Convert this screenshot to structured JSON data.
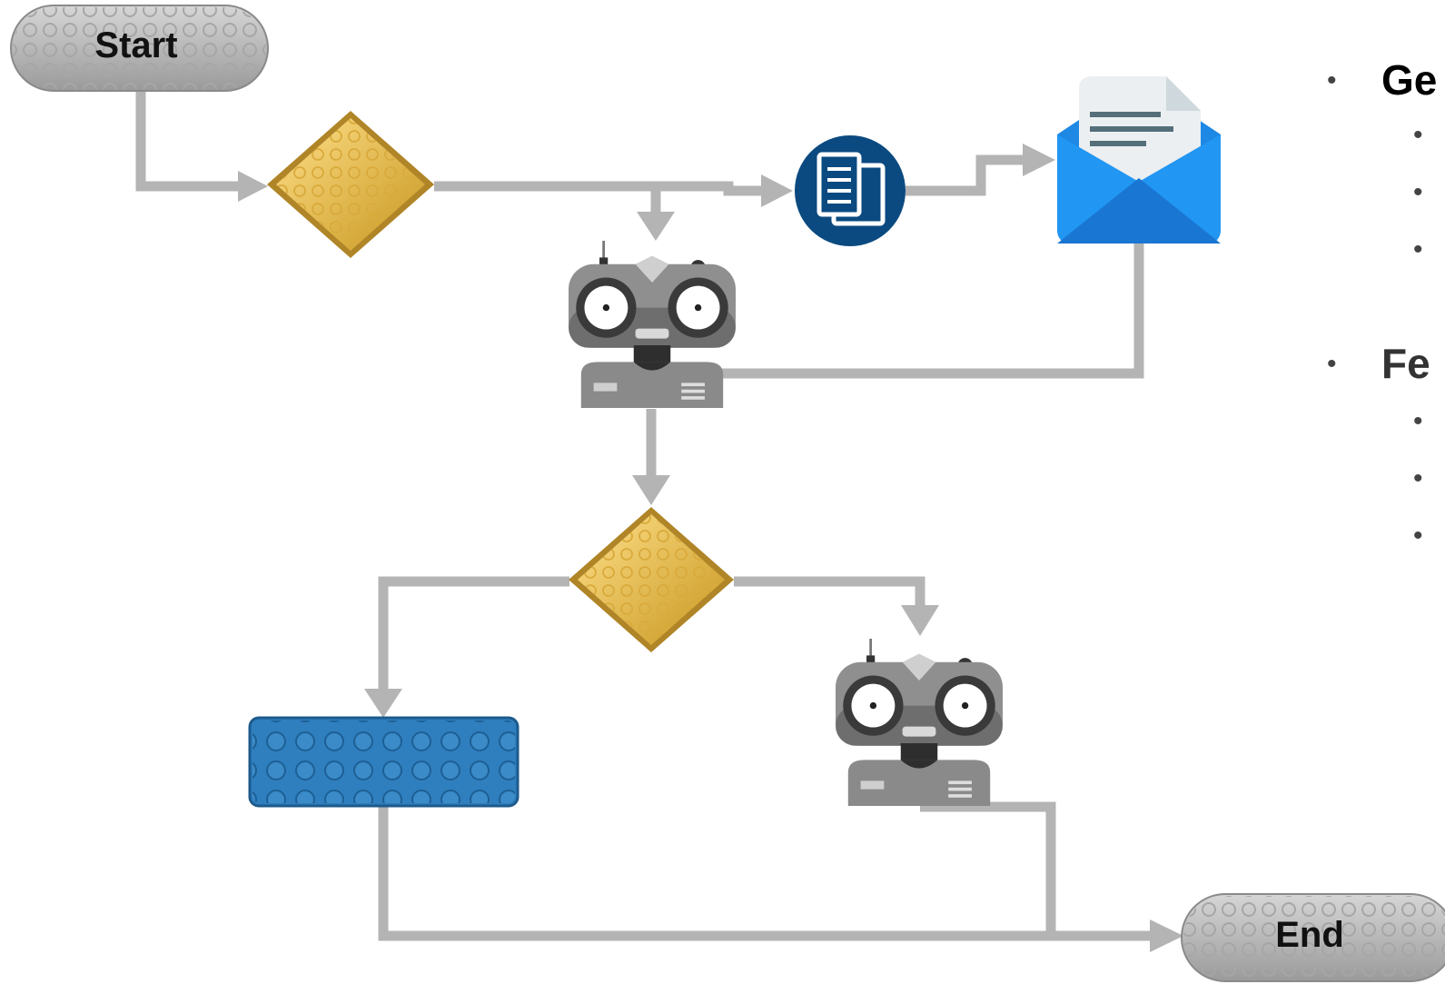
{
  "terminals": {
    "start_label": "Start",
    "end_label": "End"
  },
  "bullets": {
    "items": [
      {
        "text": "Ge",
        "color": "#000000"
      },
      {
        "text": "Fe",
        "color": "#333333"
      }
    ]
  },
  "colors": {
    "connector": "#b4b4b4",
    "terminal": "#b9b9b9",
    "decision": "#f0c85a",
    "process": "#2f7fbf",
    "document": "#0b4a80",
    "email": "#2196f3",
    "robot": "#7a7a7a"
  },
  "icons": {
    "document": "document-copy-icon",
    "email": "open-envelope-icon",
    "robot": "robot-icon"
  }
}
